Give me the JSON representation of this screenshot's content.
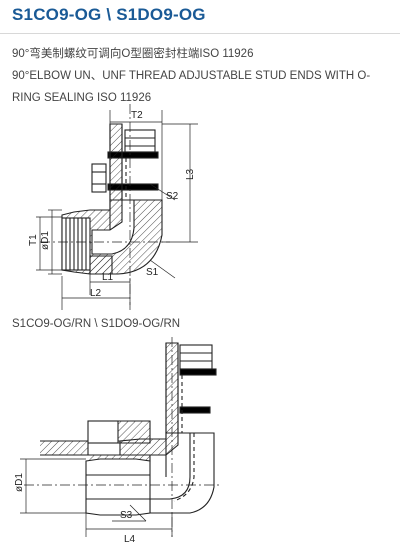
{
  "title": "S1CO9-OG \\ S1DO9-OG",
  "description": {
    "line_cn": "90°弯美制螺纹可调向O型圈密封柱端ISO 11926",
    "line_en_1": "90°ELBOW UN、UNF THREAD ADJUSTABLE STUD ENDS WITH O-",
    "line_en_2": "RING SEALING ISO 11926"
  },
  "subtitle": "S1CO9-OG/RN \\ S1DO9-OG/RN",
  "drawing1": {
    "labels": {
      "t2": "T2",
      "l3": "L3",
      "s2": "S2",
      "t1": "T1",
      "d1": "øD1",
      "s1": "S1",
      "l1": "L1",
      "l2": "L2"
    }
  },
  "drawing2": {
    "labels": {
      "d1": "øD1",
      "s3": "S3",
      "l4": "L4"
    }
  },
  "colors": {
    "title": "#1a5a96",
    "line": "#222222"
  }
}
